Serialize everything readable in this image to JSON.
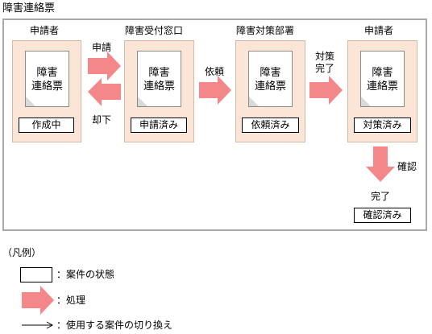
{
  "title": "障害連絡票",
  "lanes": [
    {
      "name": "申請者",
      "doc_line1": "障害",
      "doc_line2": "連絡票",
      "status": "作成中"
    },
    {
      "name": "障害受付窓口",
      "doc_line1": "障害",
      "doc_line2": "連絡票",
      "status": "申請済み"
    },
    {
      "name": "障害対策部署",
      "doc_line1": "障害",
      "doc_line2": "連絡票",
      "status": "依頼済み"
    },
    {
      "name": "申請者",
      "doc_line1": "障害",
      "doc_line2": "連絡票",
      "status": "対策済み"
    }
  ],
  "arrows": {
    "apply": "申請",
    "reject": "却下",
    "request": "依頼",
    "done_line1": "対策",
    "done_line2": "完了",
    "confirm": "確認"
  },
  "final": {
    "heading": "完了",
    "status": "確認済み"
  },
  "legend": {
    "title": "（凡例）",
    "state": "：案件の状態",
    "process": "：処理",
    "switch": "：使用する案件の切り換え"
  },
  "colors": {
    "lane_fill": "#fbe5d6",
    "arrow_fill": "#f4878a",
    "frame_border": "#a9a9a9"
  }
}
